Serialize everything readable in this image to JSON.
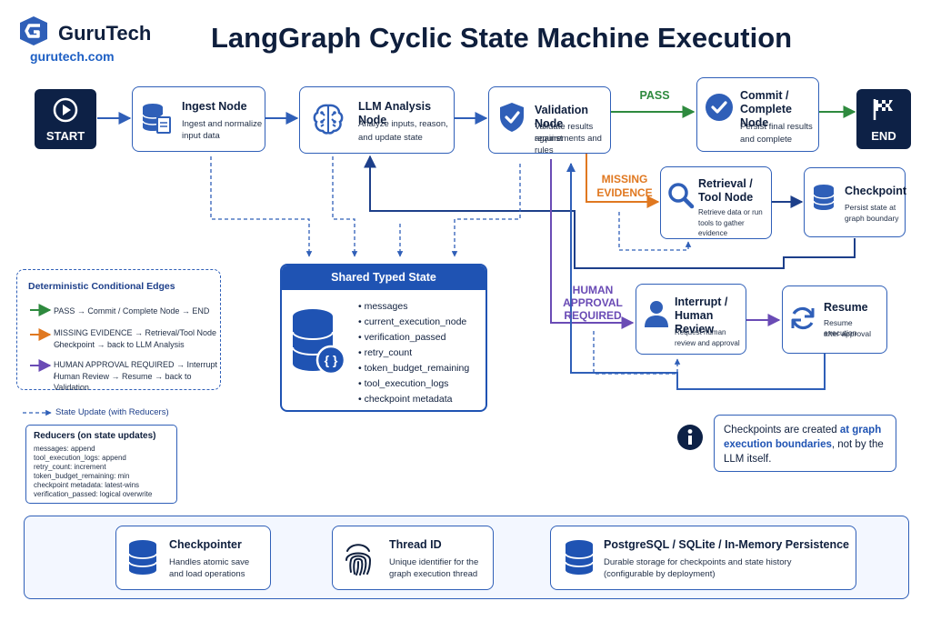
{
  "brand": {
    "name": "GuruTech",
    "url": "gurutech.com"
  },
  "title": "LangGraph Cyclic State Machine Execution",
  "nodes": {
    "start": "START",
    "ingest": {
      "title": "Ingest Node",
      "desc1": "Ingest and normalize",
      "desc2": "input data"
    },
    "llm": {
      "title": "LLM Analysis Node",
      "desc1": "Analyze inputs, reason,",
      "desc2": "and update state"
    },
    "validation": {
      "title": "Validation Node",
      "desc1": "Validate results against",
      "desc2": "requirements and rules"
    },
    "commit": {
      "title1": "Commit /",
      "title2": "Complete Node",
      "desc1": "Persist final results",
      "desc2": "and complete"
    },
    "end": "END",
    "retrieval": {
      "title1": "Retrieval /",
      "title2": "Tool Node",
      "desc1": "Retrieve data or run",
      "desc2": "tools to gather evidence"
    },
    "checkpoint": {
      "title": "Checkpoint",
      "desc1": "Persist state at",
      "desc2": "graph boundary"
    },
    "interrupt": {
      "title1": "Interrupt /",
      "title2": "Human Review",
      "desc1": "Request human",
      "desc2": "review and approval"
    },
    "resume": {
      "title": "Resume",
      "desc1": "Resume execution",
      "desc2": "after approval"
    }
  },
  "edges": {
    "pass": "PASS",
    "missing1": "MISSING",
    "missing2": "EVIDENCE",
    "human1": "HUMAN",
    "human2": "APPROVAL",
    "human3": "REQUIRED"
  },
  "shared_state": {
    "title": "Shared Typed State",
    "fields": [
      "messages",
      "current_execution_node",
      "verification_passed",
      "retry_count",
      "token_budget_remaining",
      "tool_execution_logs",
      "checkpoint metadata"
    ]
  },
  "legend": {
    "title": "Deterministic Conditional Edges",
    "pass": "PASS → Commit / Complete Node → END",
    "missing1": "MISSING EVIDENCE → Retrieval/Tool Node →",
    "missing2": "Checkpoint → back to LLM Analysis",
    "human1": "HUMAN APPROVAL REQUIRED → Interrupt /",
    "human2": "Human Review → Resume → back to Validation"
  },
  "state_update": "State Update (with Reducers)",
  "reducers": {
    "title": "Reducers (on state updates)",
    "lines": [
      "messages: append",
      "tool_execution_logs: append",
      "retry_count:  increment",
      "token_budget_remaining: min",
      "checkpoint metadata: latest-wins",
      "verification_passed:  logical overwrite"
    ]
  },
  "note": {
    "part1": "Checkpoints are created ",
    "highlight1": "at graph",
    "highlight2": "execution boundaries",
    "part2": ", not by the",
    "part3": "LLM itself."
  },
  "persistence": {
    "checkpointer": {
      "title": "Checkpointer",
      "desc1": "Handles atomic save",
      "desc2": "and load operations"
    },
    "thread": {
      "title": "Thread ID",
      "desc1": "Unique identifier for the",
      "desc2": "graph execution thread"
    },
    "storage": {
      "title": "PostgreSQL / SQLite / In-Memory Persistence",
      "desc1": "Durable storage for checkpoints and state history",
      "desc2": "(configurable by deployment)"
    }
  },
  "colors": {
    "primary": "#2f5fb8",
    "navy": "#0d2146",
    "pass": "#2e8a3e",
    "missing": "#e07820",
    "human": "#6a4bb5"
  },
  "icons": [
    "logo-icon",
    "play-icon",
    "database-icon",
    "brain-icon",
    "shield-check-icon",
    "check-circle-icon",
    "flag-icon",
    "search-icon",
    "user-icon",
    "refresh-icon",
    "info-icon",
    "fingerprint-icon"
  ]
}
